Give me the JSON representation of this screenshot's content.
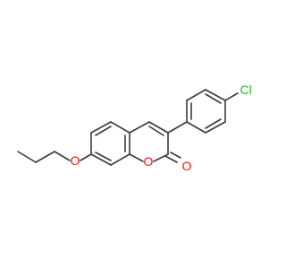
{
  "diagram": {
    "atoms": {
      "chlorine": "Cl",
      "ether_oxygen": "O",
      "ring_oxygen": "O",
      "carbonyl_oxygen": "O"
    },
    "colors": {
      "bond": "#3a3a3a",
      "oxygen": "#ff0d0d",
      "chlorine": "#1fc01f",
      "background": "#ffffff"
    }
  }
}
